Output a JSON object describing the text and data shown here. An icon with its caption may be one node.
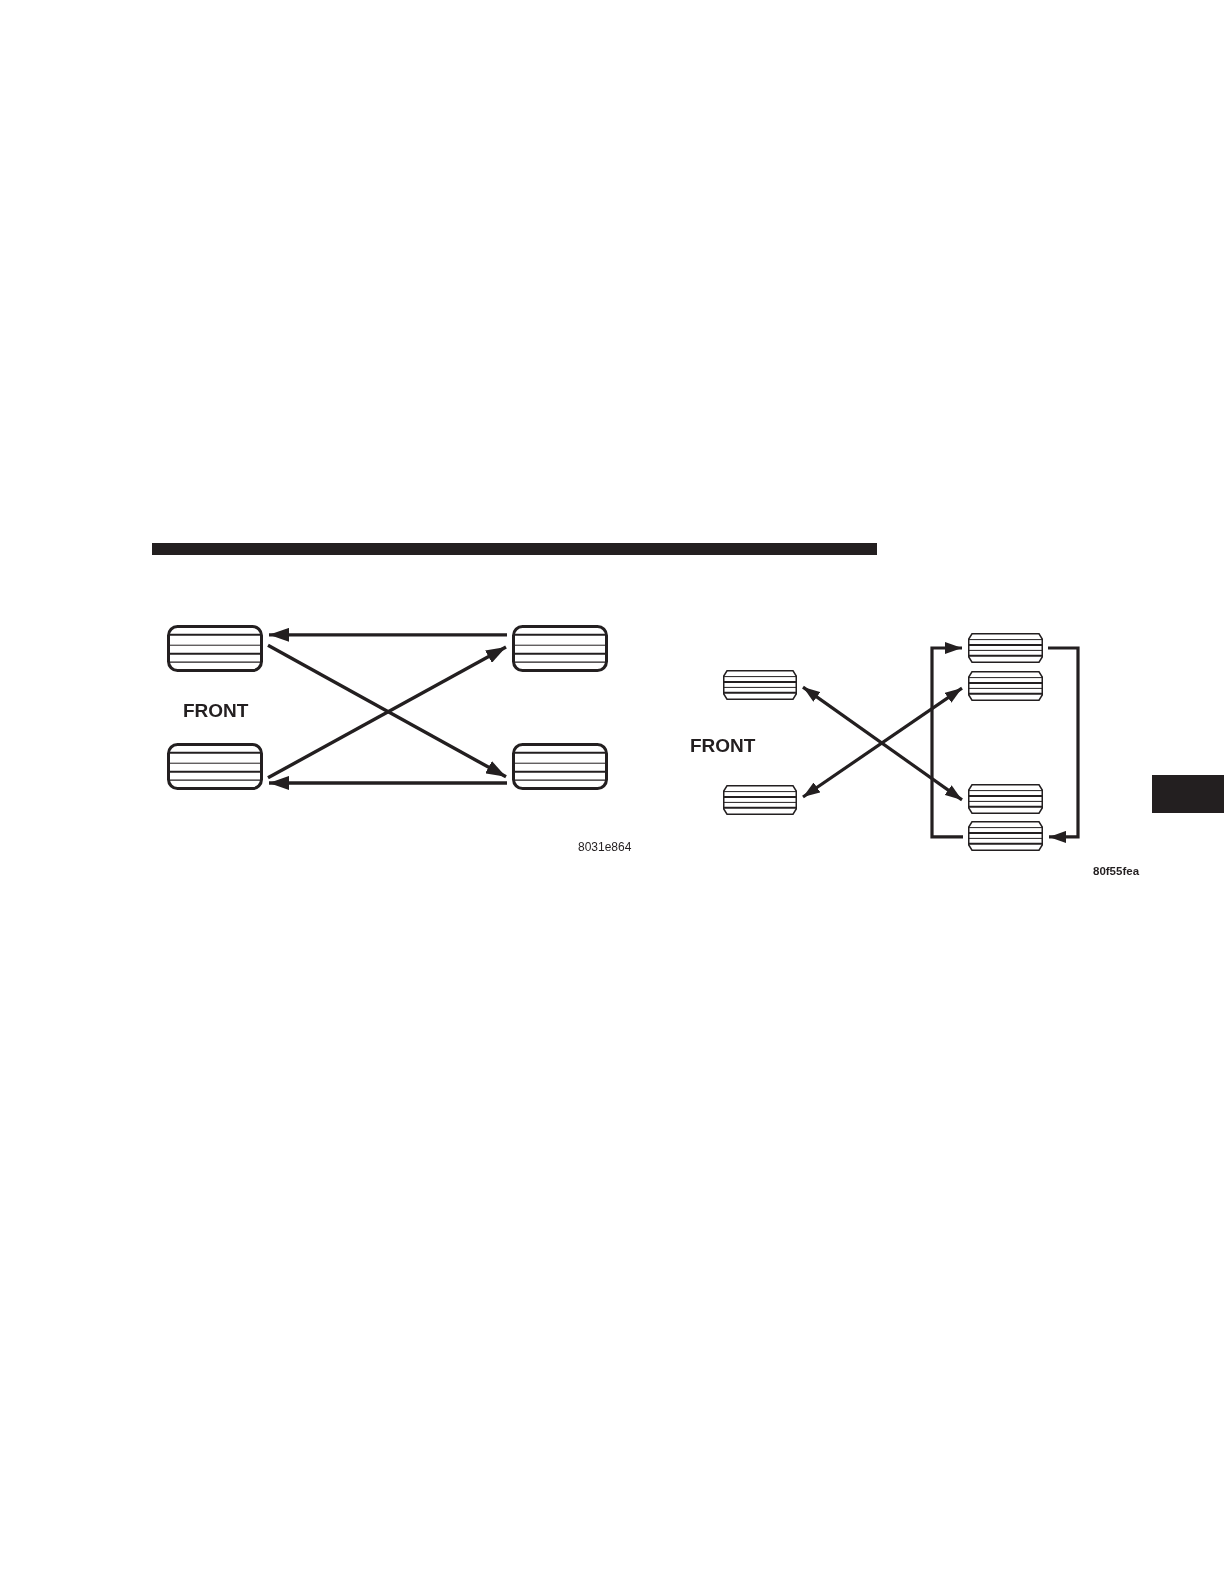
{
  "diagram": {
    "nodes": [
      {
        "text": [],
        "shape": "picture"
      },
      {
        "text": [],
        "shape": "picture"
      },
      {
        "text": [],
        "shape": "picture"
      },
      {
        "text": [],
        "shape": "picture"
      },
      {
        "text": [],
        "shape": "picture"
      },
      {
        "text": [],
        "shape": "picture"
      },
      {
        "text": [],
        "shape": "picture"
      },
      {
        "text": [],
        "shape": "picture"
      },
      {
        "text": [],
        "shape": "picture"
      },
      {
        "text": [],
        "shape": "picture"
      }
    ],
    "edges": [
      {
        "from": 2,
        "to": 0,
        "arrow": "to"
      },
      {
        "from": 0,
        "to": 3,
        "arrow": "to"
      },
      {
        "from": 1,
        "to": 2,
        "arrow": "to"
      },
      {
        "from": 3,
        "to": 1,
        "arrow": "to"
      },
      {
        "from": 4,
        "to": 8,
        "arrow": "both"
      },
      {
        "from": 5,
        "to": 7,
        "arrow": "both"
      },
      {
        "from": 9,
        "to": 6,
        "arrow": "to"
      },
      {
        "from": 6,
        "to": 9,
        "arrow": "to"
      }
    ],
    "labels": [
      "FRONT",
      "8031e864",
      "FRONT",
      "80f55fea"
    ]
  }
}
